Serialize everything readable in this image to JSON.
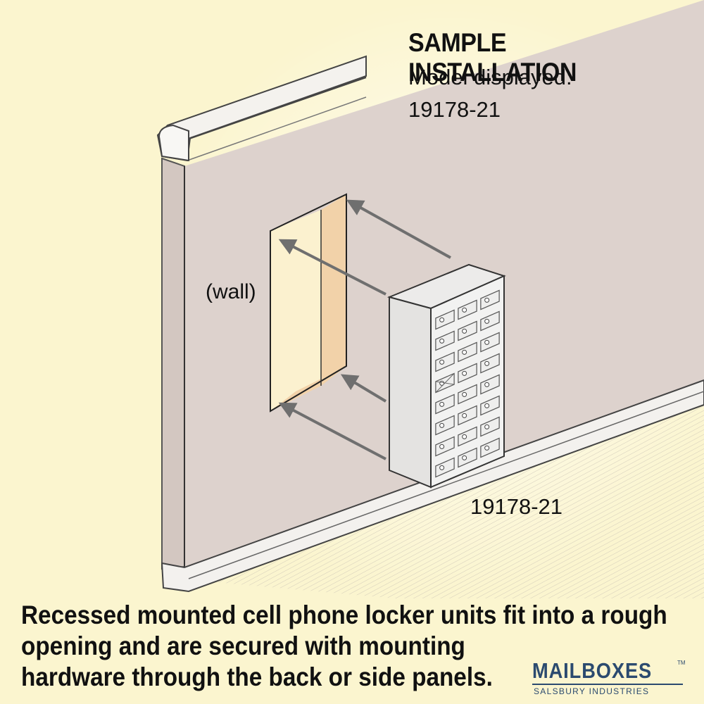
{
  "header": {
    "title": "SAMPLE INSTALLATION",
    "model_label": "Model displayed:",
    "model_value": "19178-21"
  },
  "diagram": {
    "wall_label": "(wall)",
    "unit_label": "19178-21",
    "locker_columns": 3,
    "locker_rows": 8
  },
  "caption": {
    "lines": [
      "Recessed mounted cell phone locker units fit into a rough",
      "opening and are secured with mounting",
      "hardware through the back or side panels."
    ]
  },
  "logo": {
    "name": "MAILBOXES",
    "trademark": "TM",
    "subtitle": "SALSBURY INDUSTRIES"
  },
  "colors": {
    "background": "#fbf5cf",
    "wall": "#ddd2cd",
    "opening_interior": "#f2d2a9",
    "arrow": "#6f6f6f",
    "brand": "#2b4a6f"
  }
}
